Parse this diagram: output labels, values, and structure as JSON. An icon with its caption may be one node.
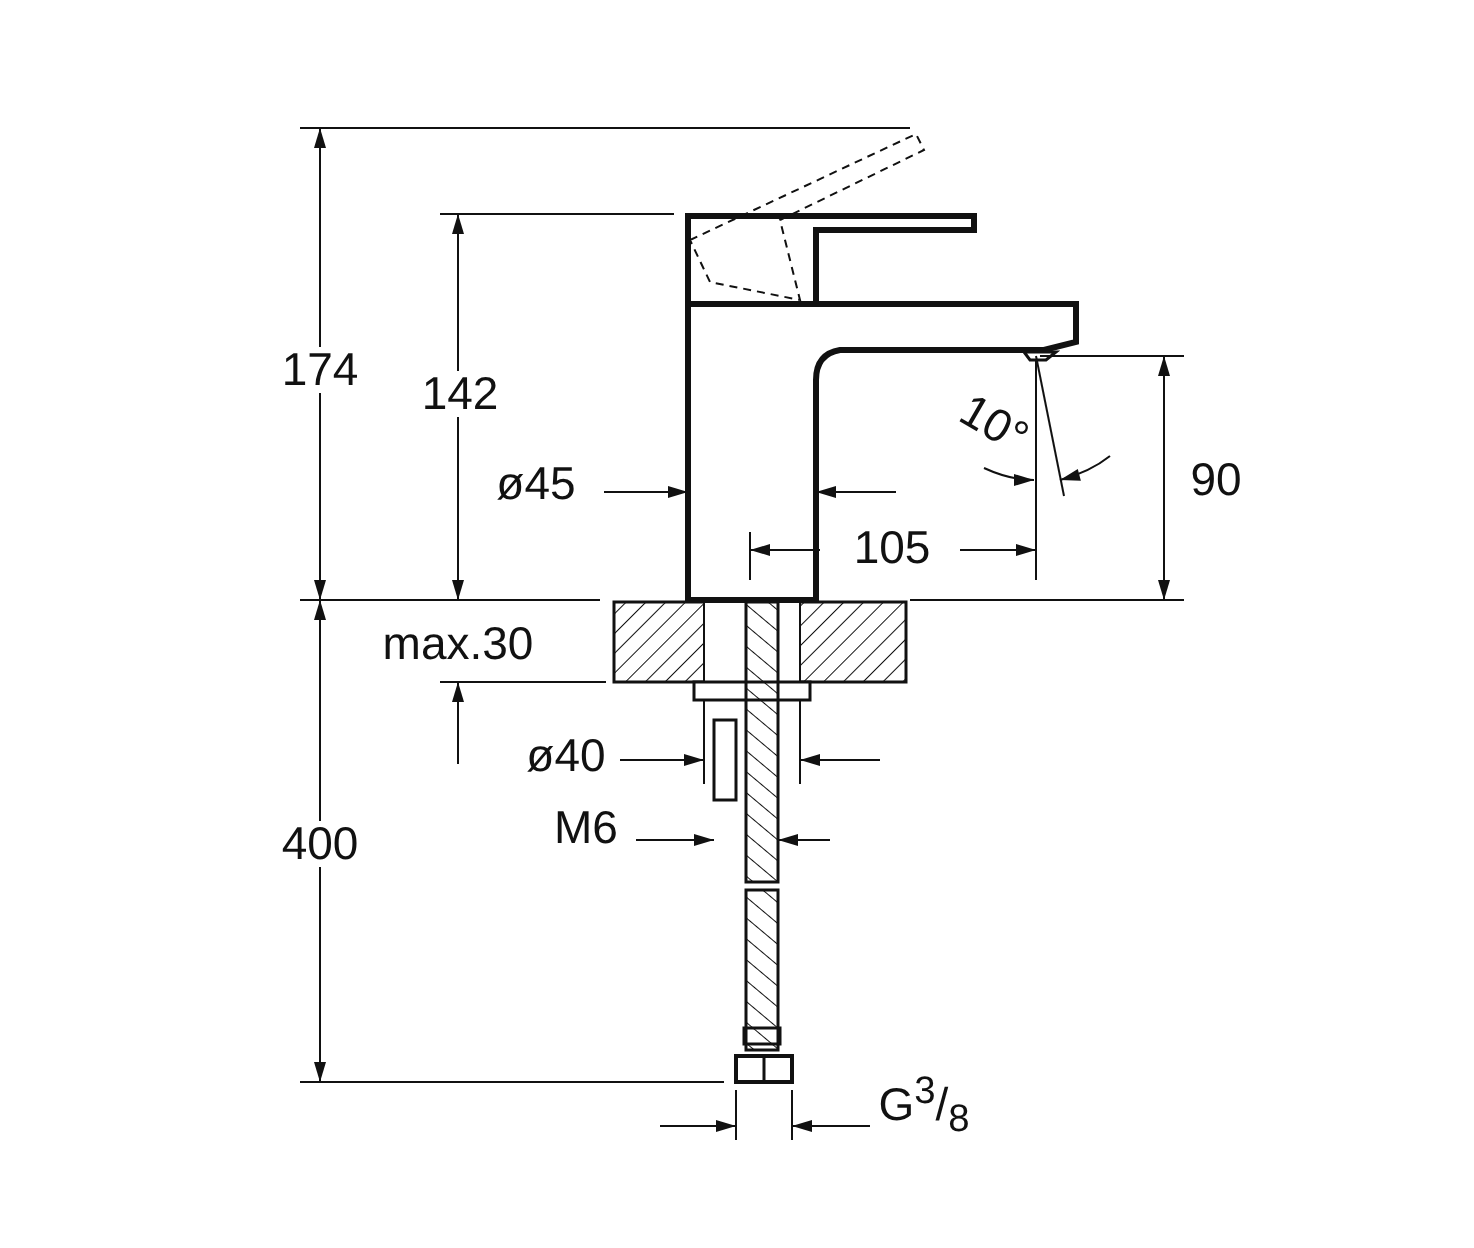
{
  "diagram": {
    "labels": [
      "174",
      "142",
      "ø45",
      "10°",
      "90",
      "105",
      "max.30",
      "ø40",
      "400",
      "M6",
      "G$^{3}$/$_{8}$"
    ]
  }
}
